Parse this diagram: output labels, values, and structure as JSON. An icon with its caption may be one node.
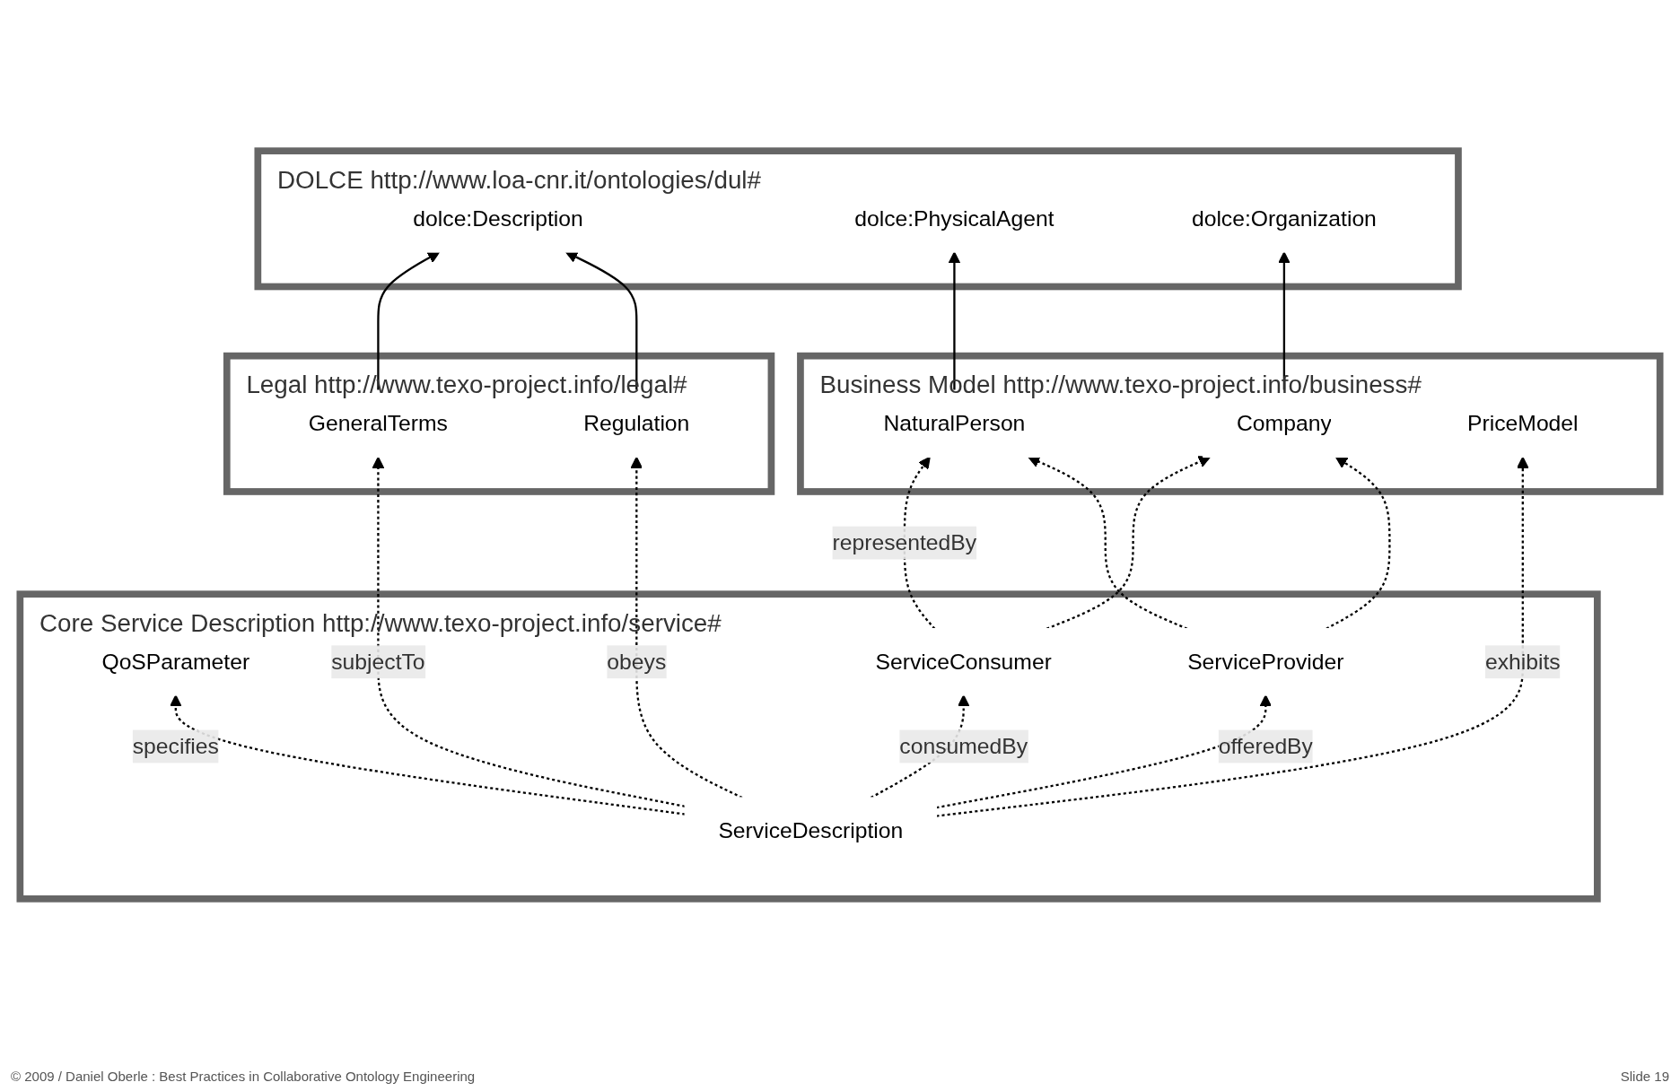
{
  "diagram": {
    "nodes": [
      {
        "text": [
          "DOLCE http://www.loa-cnr.it/ontologies/dul#"
        ]
      },
      {
        "text": [
          "dolce:Description"
        ],
        "in": 0
      },
      {
        "text": [
          "dolce:PhysicalAgent"
        ],
        "in": 0
      },
      {
        "text": [
          "dolce:Organization"
        ],
        "in": 0
      },
      {
        "text": [
          "Legal http://www.texo-project.info/legal#"
        ]
      },
      {
        "text": [
          "GeneralTerms"
        ],
        "in": 4
      },
      {
        "text": [
          "Regulation"
        ],
        "in": 4
      },
      {
        "text": [
          "Core Service Description http://www.texo-project.info/service#"
        ]
      },
      {
        "text": [
          "ServiceDescription"
        ],
        "in": 7
      },
      {
        "text": [
          "QoSParameter"
        ],
        "in": 7
      },
      {
        "text": [
          "ServiceConsumer"
        ],
        "in": 7
      },
      {
        "text": [
          "ServiceProvider"
        ],
        "in": 7
      },
      {
        "text": [
          "Business Model http://www.texo-project.info/business#"
        ]
      },
      {
        "text": [
          "NaturalPerson"
        ],
        "in": 12
      },
      {
        "text": [
          "Company"
        ],
        "in": 12
      },
      {
        "text": [
          "PriceModel"
        ],
        "in": 12
      }
    ],
    "edges": [
      {
        "from": 5,
        "to": 1,
        "arrow": "to"
      },
      {
        "from": 6,
        "to": 1,
        "arrow": "to"
      },
      {
        "from": 13,
        "to": 2,
        "arrow": "to"
      },
      {
        "from": 14,
        "to": 3,
        "arrow": "to"
      },
      {
        "from": 8,
        "to": 5,
        "arrow": "to",
        "label": "subjectTo",
        "style": "dashed"
      },
      {
        "from": 8,
        "to": 6,
        "arrow": "to",
        "label": "obeys",
        "style": "dashed"
      },
      {
        "from": 8,
        "to": 9,
        "arrow": "to",
        "label": "specifies",
        "style": "dashed"
      },
      {
        "from": 8,
        "to": 10,
        "arrow": "to",
        "label": "consumedBy",
        "style": "dashed"
      },
      {
        "from": 8,
        "to": 11,
        "arrow": "to",
        "label": "offeredBy",
        "style": "dashed"
      },
      {
        "from": 10,
        "to": 13,
        "arrow": "to",
        "label": "representedBy",
        "style": "dashed"
      },
      {
        "from": 10,
        "to": 14,
        "arrow": "to",
        "style": "dashed"
      },
      {
        "from": 11,
        "to": 13,
        "arrow": "to",
        "style": "dashed"
      },
      {
        "from": 11,
        "to": 14,
        "arrow": "to",
        "style": "dashed"
      },
      {
        "from": 8,
        "to": 15,
        "arrow": "to",
        "label": "exhibits",
        "style": "dashed"
      }
    ],
    "labels": [
      "© 2009 / Daniel Oberle : Best Practices in Collaborative Ontology Engineering",
      "Slide 19"
    ]
  }
}
